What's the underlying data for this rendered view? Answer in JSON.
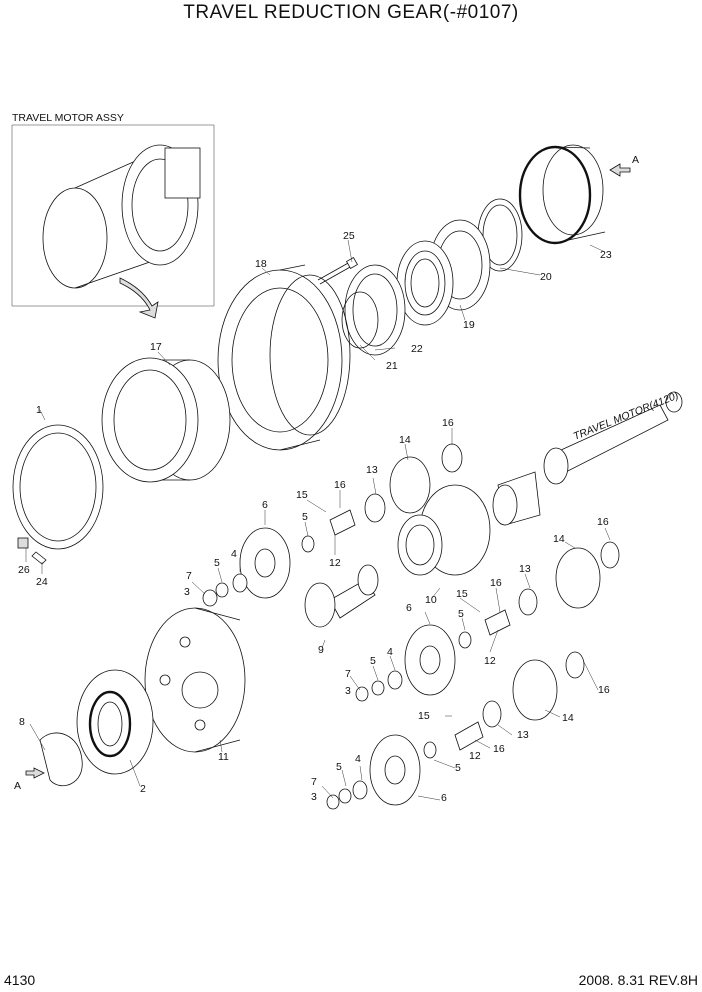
{
  "title": "TRAVEL REDUCTION GEAR(-#0107)",
  "page_number": "4130",
  "revision": "2008.  8.31  REV.8H",
  "inset_label": "TRAVEL MOTOR ASSY",
  "shaft_label": "TRAVEL MOTOR(4120)",
  "view_markers": [
    "A",
    "A"
  ],
  "callouts": [
    "1",
    "2",
    "3",
    "3",
    "3",
    "4",
    "4",
    "4",
    "5",
    "5",
    "5",
    "5",
    "5",
    "5",
    "6",
    "6",
    "6",
    "7",
    "7",
    "7",
    "8",
    "9",
    "10",
    "11",
    "12",
    "12",
    "12",
    "13",
    "13",
    "13",
    "14",
    "14",
    "14",
    "15",
    "15",
    "15",
    "16",
    "16",
    "16",
    "16",
    "16",
    "16",
    "17",
    "18",
    "19",
    "20",
    "21",
    "22",
    "23",
    "24",
    "25",
    "26"
  ]
}
